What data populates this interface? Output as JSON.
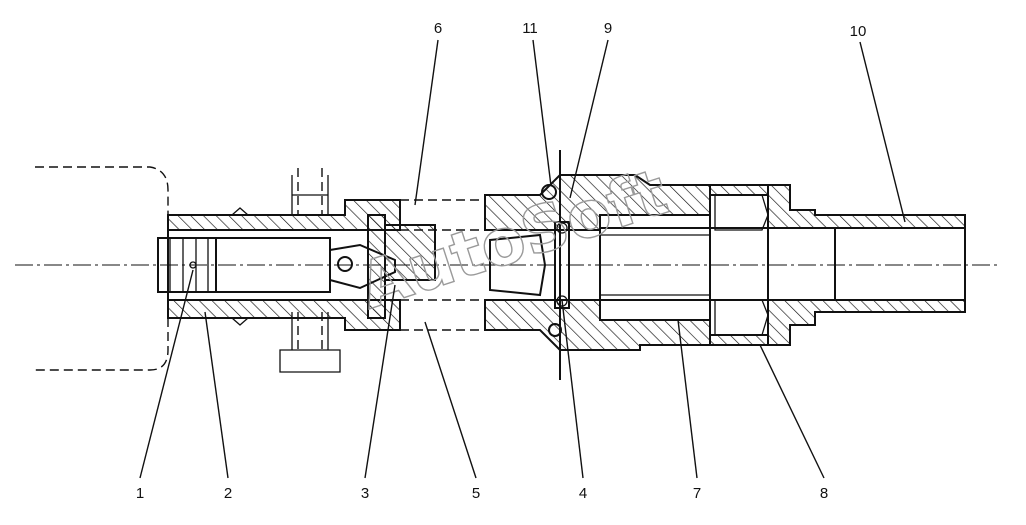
{
  "callouts": [
    {
      "id": "1",
      "text": "1"
    },
    {
      "id": "2",
      "text": "2"
    },
    {
      "id": "3",
      "text": "3"
    },
    {
      "id": "4",
      "text": "4"
    },
    {
      "id": "5",
      "text": "5"
    },
    {
      "id": "6",
      "text": "6"
    },
    {
      "id": "7",
      "text": "7"
    },
    {
      "id": "8",
      "text": "8"
    },
    {
      "id": "9",
      "text": "9"
    },
    {
      "id": "10",
      "text": "10"
    },
    {
      "id": "11",
      "text": "11"
    }
  ],
  "watermark": "AutoSoft"
}
